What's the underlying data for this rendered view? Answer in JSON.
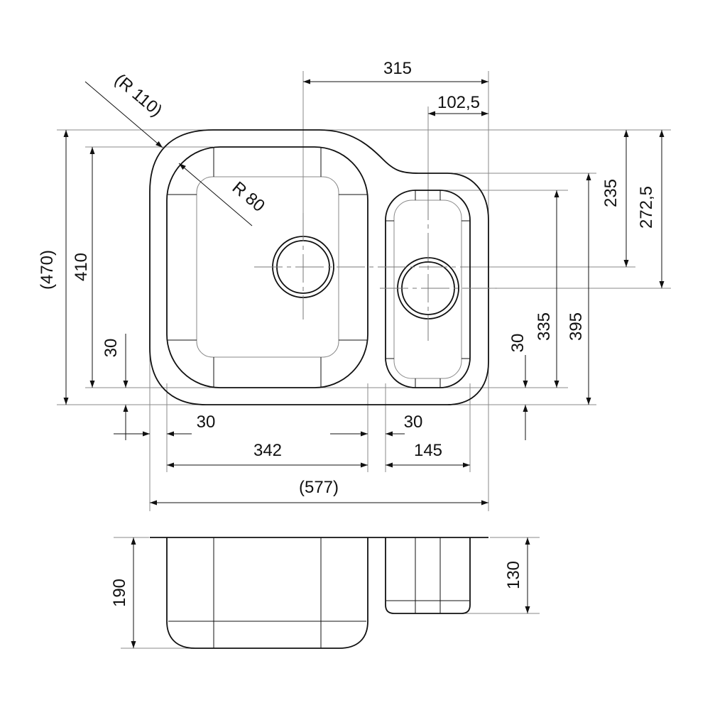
{
  "title": "Sink technical drawing",
  "dimensions": {
    "width_between_drains": "315",
    "small_bowl_drain_offset": "102,5",
    "outer_radius": "(R 110)",
    "inner_radius": "R 80",
    "drain1_from_top": "235",
    "drain2_from_top": "272,5",
    "overall_depth": "(470)",
    "large_bowl_depth": "410",
    "large_bowl_margin_bottom": "30",
    "small_bowl_margin_bottom": "30",
    "small_bowl_depth": "335",
    "small_section_depth": "395",
    "large_bowl_margin_left": "30",
    "large_bowl_width": "342",
    "small_bowl_margin_left": "30",
    "small_bowl_width": "145",
    "overall_width": "(577)",
    "large_bowl_height": "190",
    "small_bowl_height": "130"
  }
}
